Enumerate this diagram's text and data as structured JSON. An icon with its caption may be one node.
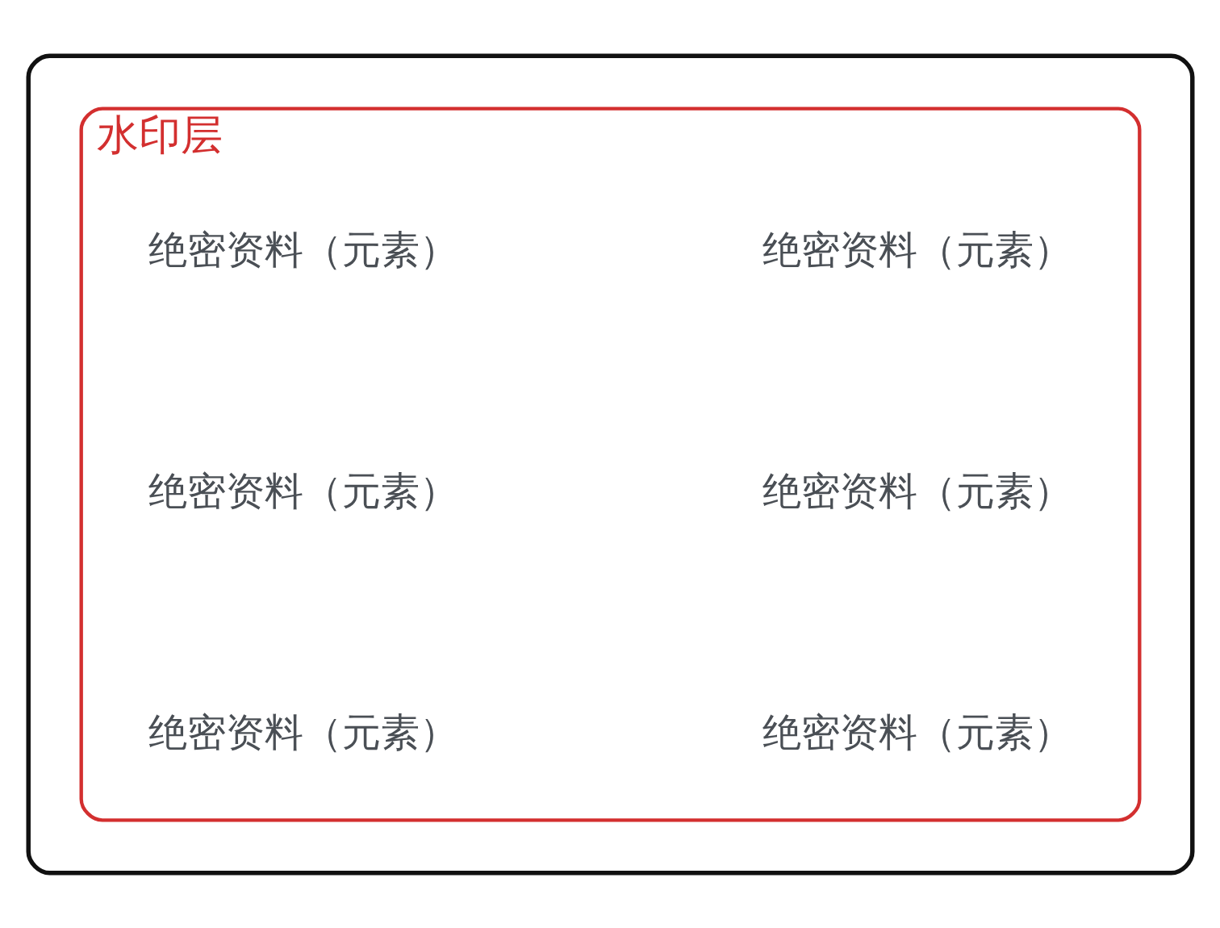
{
  "diagram": {
    "nodes": [
      {
        "text": [],
        "shape": "box"
      },
      {
        "text": [
          "水印层"
        ],
        "in": 0
      }
    ],
    "labels": [
      "绝密资料（元素）",
      "绝密资料（元素）",
      "绝密资料（元素）",
      "绝密资料（元素）",
      "绝密资料（元素）",
      "绝密资料（元素）"
    ]
  }
}
